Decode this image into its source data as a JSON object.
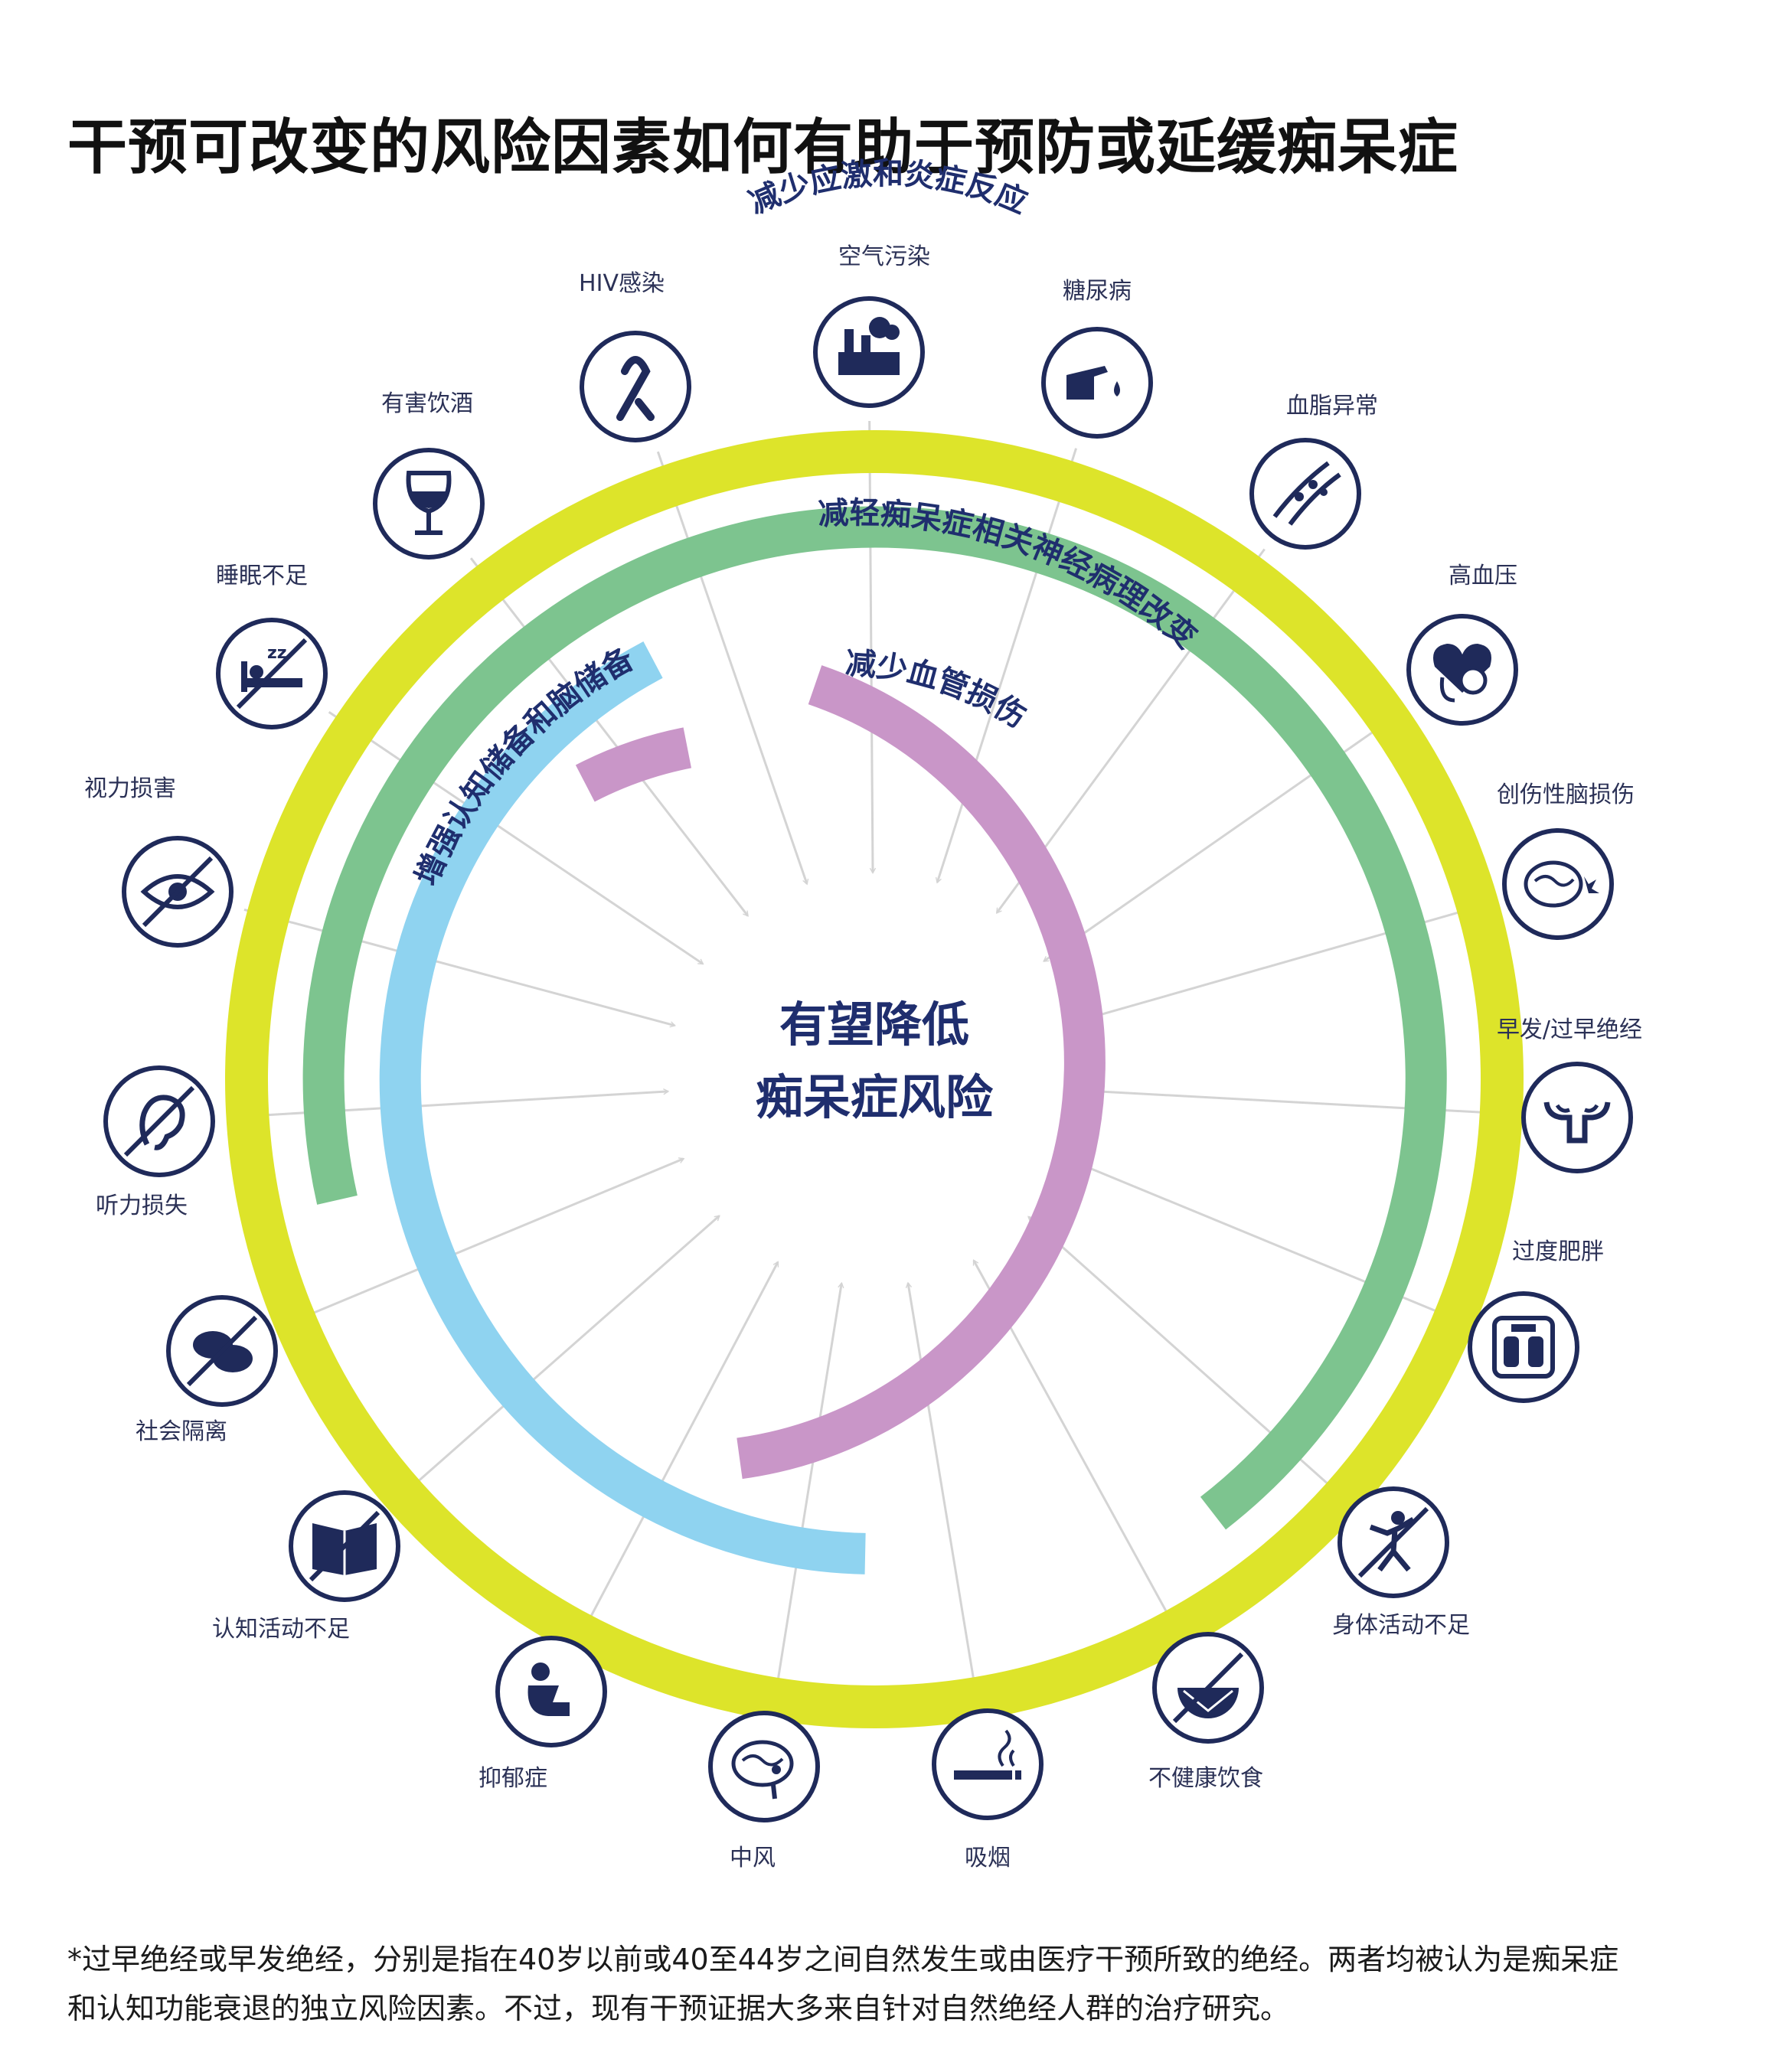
{
  "title": "干预可改变的风险因素如何有助于预防或延缓痴呆症",
  "center": {
    "line1": "有望降低",
    "line2": "痴呆症风险"
  },
  "arcs": [
    {
      "id": "yellow",
      "label": "减少应激和炎症反应",
      "color": "#dde42a"
    },
    {
      "id": "green",
      "label": "减轻痴呆症相关神经病理改变",
      "color": "#7dc48f"
    },
    {
      "id": "blue",
      "label": "增强认知储备和脑储备",
      "color": "#8fd3f0"
    },
    {
      "id": "purple",
      "label": "减少血管损伤",
      "color": "#c996c8"
    }
  ],
  "factors": [
    {
      "label": "空气污染",
      "icon": "factory-icon"
    },
    {
      "label": "糖尿病",
      "icon": "finger-prick-icon"
    },
    {
      "label": "血脂异常",
      "icon": "artery-plaque-icon"
    },
    {
      "label": "高血压",
      "icon": "heart-pressure-icon"
    },
    {
      "label": "创伤性脑损伤",
      "icon": "brain-injury-icon"
    },
    {
      "label": "早发/过早绝经",
      "icon": "uterus-icon"
    },
    {
      "label": "过度肥胖",
      "icon": "scale-icon"
    },
    {
      "label": "身体活动不足",
      "icon": "no-exercise-icon"
    },
    {
      "label": "不健康饮食",
      "icon": "no-fruit-icon"
    },
    {
      "label": "吸烟",
      "icon": "cigarette-icon"
    },
    {
      "label": "中风",
      "icon": "brain-stroke-icon"
    },
    {
      "label": "抑郁症",
      "icon": "depressed-person-icon"
    },
    {
      "label": "认知活动不足",
      "icon": "no-book-icon"
    },
    {
      "label": "社会隔离",
      "icon": "no-chat-icon"
    },
    {
      "label": "听力损失",
      "icon": "no-ear-icon"
    },
    {
      "label": "视力损害",
      "icon": "no-eye-icon"
    },
    {
      "label": "睡眠不足",
      "icon": "no-sleep-icon"
    },
    {
      "label": "有害饮酒",
      "icon": "wine-glass-icon"
    },
    {
      "label": "HIV感染",
      "icon": "ribbon-icon"
    }
  ],
  "footnote": [
    "*过早绝经或早发绝经，分别是指在40岁以前或40至44岁之间自然发生或由医疗干预所致的绝经。两者均被认为是痴呆症",
    "和认知功能衰退的独立风险因素。不过，现有干预证据大多来自针对自然绝经人群的治疗研究。"
  ],
  "colors": {
    "navy": "#1f2a5a",
    "arrow": "#d4d4d4"
  }
}
